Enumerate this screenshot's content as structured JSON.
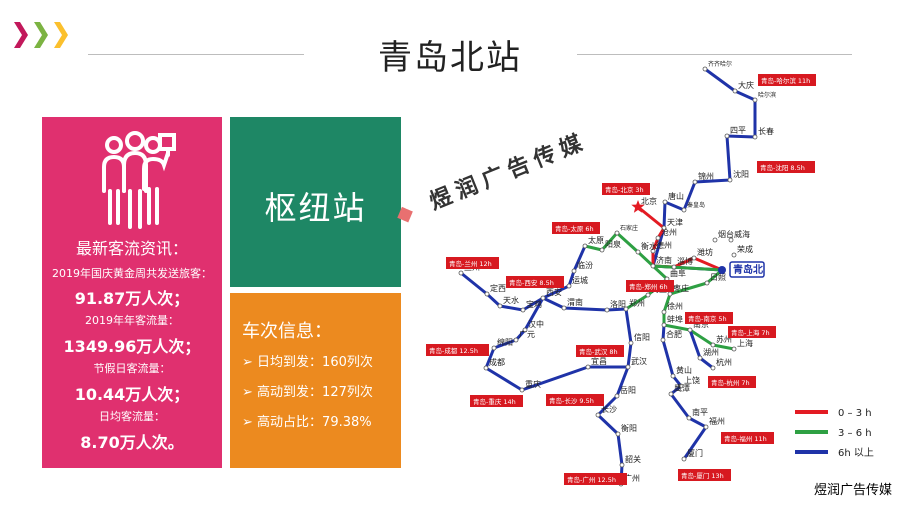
{
  "colors": {
    "pink": "#e0306f",
    "green": "#1e8765",
    "orange": "#ec8a1f",
    "chevrons": [
      "#c2185b",
      "#7cb342",
      "#fbc02d"
    ],
    "red_route": "#e31b23",
    "green_route": "#2ea043",
    "blue_route": "#1f33a8"
  },
  "title": "青岛北站",
  "passenger": {
    "news_heading": "最新客流资讯：",
    "items": [
      {
        "label": "2019年国庆黄金周共发送旅客：",
        "value": "91.87万人次；"
      },
      {
        "label": "2019年年客流量：",
        "value": "1349.96万人次；"
      },
      {
        "label": "节假日客流量：",
        "value": "10.44万人次；"
      },
      {
        "label": "日均客流量：",
        "value": "8.70万人次。"
      }
    ]
  },
  "hub": {
    "label": "枢纽站"
  },
  "train": {
    "heading": "车次信息：",
    "items": [
      {
        "label": "日均到发：",
        "value": "160列次"
      },
      {
        "label": "高动到发：",
        "value": "127列次"
      },
      {
        "label": "高动占比：",
        "value": "79.38%"
      }
    ]
  },
  "watermark": "煜润广告传媒",
  "brand": "煜润广告传媒",
  "map": {
    "highlight": "青岛北",
    "cities": [
      "齐齐哈尔",
      "大庆",
      "哈尔滨",
      "四平",
      "长春",
      "锦州",
      "沈阳",
      "唐山",
      "秦皇岛",
      "北京",
      "天津",
      "沧州",
      "德州",
      "石家庄",
      "太原",
      "阳泉",
      "衡水",
      "济南",
      "潍坊",
      "日照",
      "烟台",
      "威海",
      "荣成",
      "淄博",
      "曲阜",
      "枣庄",
      "临汾",
      "运城",
      "兰州",
      "定西",
      "天水",
      "宝鸡",
      "西安",
      "渭南",
      "洛阳",
      "商丘",
      "郑州",
      "徐州",
      "蚌埠",
      "南京",
      "合肥",
      "苏州",
      "上海",
      "湖州",
      "杭州",
      "黄山",
      "绵阳",
      "汉中",
      "广元",
      "成都",
      "宜昌",
      "武汉",
      "信阳",
      "重庆",
      "长沙",
      "岳阳",
      "衡阳",
      "上饶",
      "鹰潭",
      "南平",
      "福州",
      "韶关",
      "广州",
      "厦门"
    ],
    "routes": [
      {
        "name": "青岛-哈尔滨 11h"
      },
      {
        "name": "青岛-沈阳 8.5h"
      },
      {
        "name": "青岛-北京 3h"
      },
      {
        "name": "青岛-太原 6h"
      },
      {
        "name": "青岛-兰州 12h"
      },
      {
        "name": "青岛-西安 8.5h"
      },
      {
        "name": "青岛-郑州 6h"
      },
      {
        "name": "青岛-南京 5h"
      },
      {
        "name": "青岛-上海 7h"
      },
      {
        "name": "青岛-成都 12.5h"
      },
      {
        "name": "青岛-武汉 8h"
      },
      {
        "name": "青岛-杭州 7h"
      },
      {
        "name": "青岛-重庆 14h"
      },
      {
        "name": "青岛-长沙 9.5h"
      },
      {
        "name": "青岛-福州 11h"
      },
      {
        "name": "青岛-广州 12.5h"
      },
      {
        "name": "青岛-厦门 13h"
      }
    ],
    "legend": [
      {
        "label": "0 – 3 h",
        "color": "#e31b23"
      },
      {
        "label": "3 – 6 h",
        "color": "#2ea043"
      },
      {
        "label": "6h 以上",
        "color": "#1f33a8"
      }
    ]
  }
}
